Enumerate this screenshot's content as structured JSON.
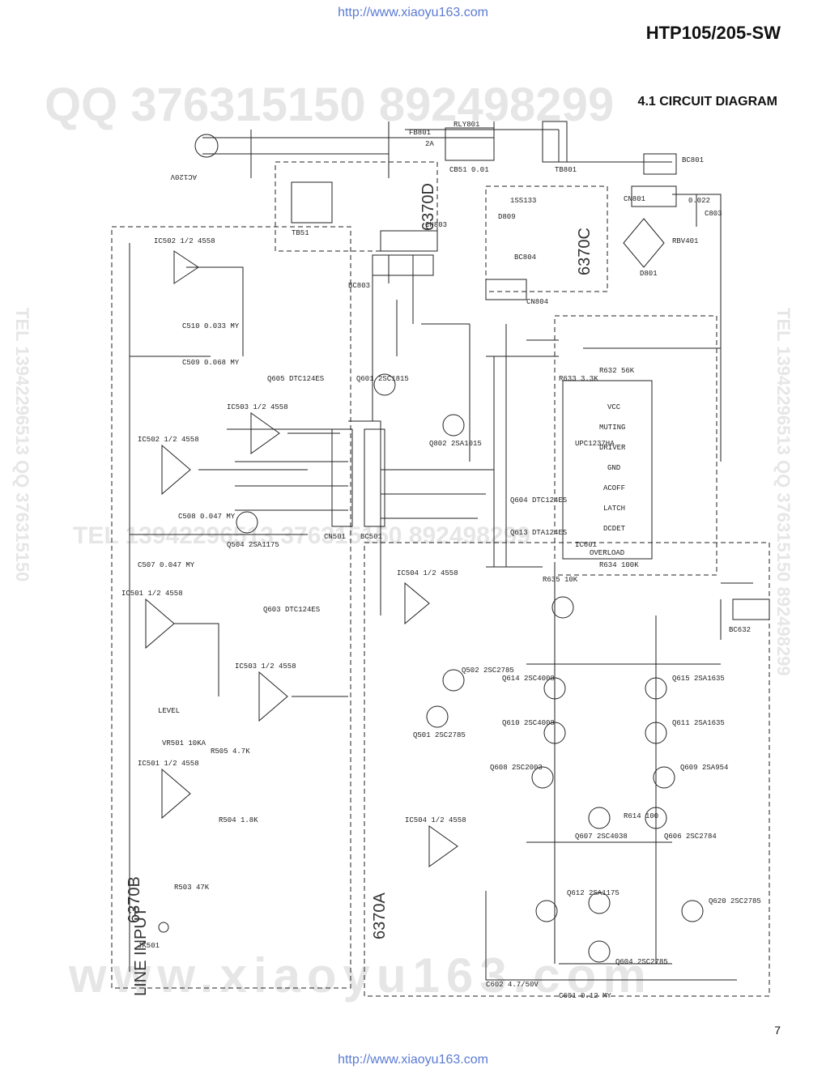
{
  "header": {
    "url_top": "http://www.xiaoyu163.com",
    "model": "HTP105/205-SW",
    "section_title": "4.1 CIRCUIT DIAGRAM"
  },
  "footer": {
    "url_bottom": "http://www.xiaoyu163.com",
    "page_number": "7"
  },
  "watermarks": {
    "qq": "QQ 376315150   892498299",
    "site": "www.xiaoyu163.com",
    "tel": "TEL 13942296513   376315150   892498299",
    "side_right": "TEL 13942296513  QQ 376315150  892498299",
    "side_left": "TEL 13942296513  QQ 376315150"
  },
  "boards": {
    "b1": "6370D",
    "b2": "6370C",
    "b3": "6370B",
    "b4": "6370A"
  },
  "power": {
    "ac": "AC120V",
    "tb801": "TB801",
    "tb51": "TB51",
    "fb801": "FB801",
    "fuse": "2A",
    "rly": "RLY801",
    "cb51": "CB51  0.01",
    "bc801": "BC801",
    "cn801": "CN801",
    "cn803": "CN803",
    "bc803": "BC803",
    "bc804": "BC804",
    "cn804": "CN804",
    "d801": "D801",
    "rbv": "RBV401",
    "c803": "C803",
    "c803v": "0.022",
    "d809": "D809",
    "ss": "1SS133"
  },
  "ic": {
    "upc": "UPC1237HA",
    "ic601": "IC601",
    "vcc": "VCC",
    "muting": "MUTING",
    "driver": "DRIVER",
    "gnd": "GND",
    "acoff": "ACOFF",
    "latch": "LATCH",
    "dcdet": "DCDET",
    "overload": "OVERLOAD",
    "ic501": "IC501 1/2 4558",
    "ic502": "IC502 1/2 4558",
    "ic503": "IC503 1/2 4558",
    "ic504": "IC504 1/2 4558"
  },
  "conn": {
    "cn501": "CN501",
    "bc501": "BC501",
    "bc632": "BC632"
  },
  "parts": {
    "q601": "Q601 2SC1815",
    "q602": "Q802 2SA1015",
    "q613": "Q613 DTA124ES",
    "q604": "Q604 DTC124ES",
    "q603": "Q603 DTC124ES",
    "q605": "Q605 DTC124ES",
    "q504": "Q504 2SA1175",
    "q502": "Q502 2SC2785",
    "q501": "Q501 2SC2785",
    "q614": "Q614 2SC4008",
    "q615": "Q615 2SA1635",
    "q610": "Q610 2SC4008",
    "q611": "Q611 2SA1635",
    "q608": "Q608 2SC2003",
    "q609": "Q609 2SA954",
    "q607": "Q607 2SC4038",
    "q606": "Q606 2SC2784",
    "q620": "Q620 2SC2785",
    "q612": "Q612 2SA1175",
    "q604b": "Q604 2SC2785",
    "c509": "C509 0.068 MY",
    "c510": "C510 0.033 MY",
    "c507": "C507 0.047 MY",
    "c508": "C508 0.047 MY",
    "c602": "C602 4.7/50V",
    "c601": "C601 0.12 MY",
    "r505": "R505 4.7K",
    "r503": "R503 47K",
    "r504": "R504 1.8K",
    "r635": "R635 10K",
    "r634": "R634 100K",
    "r632": "R632 56K",
    "r633": "R633 3.3K",
    "r614": "R614 100",
    "level": "LEVEL",
    "vr": "VR501 10KA",
    "line": "LINE INPUT",
    "jk": "JK501"
  }
}
